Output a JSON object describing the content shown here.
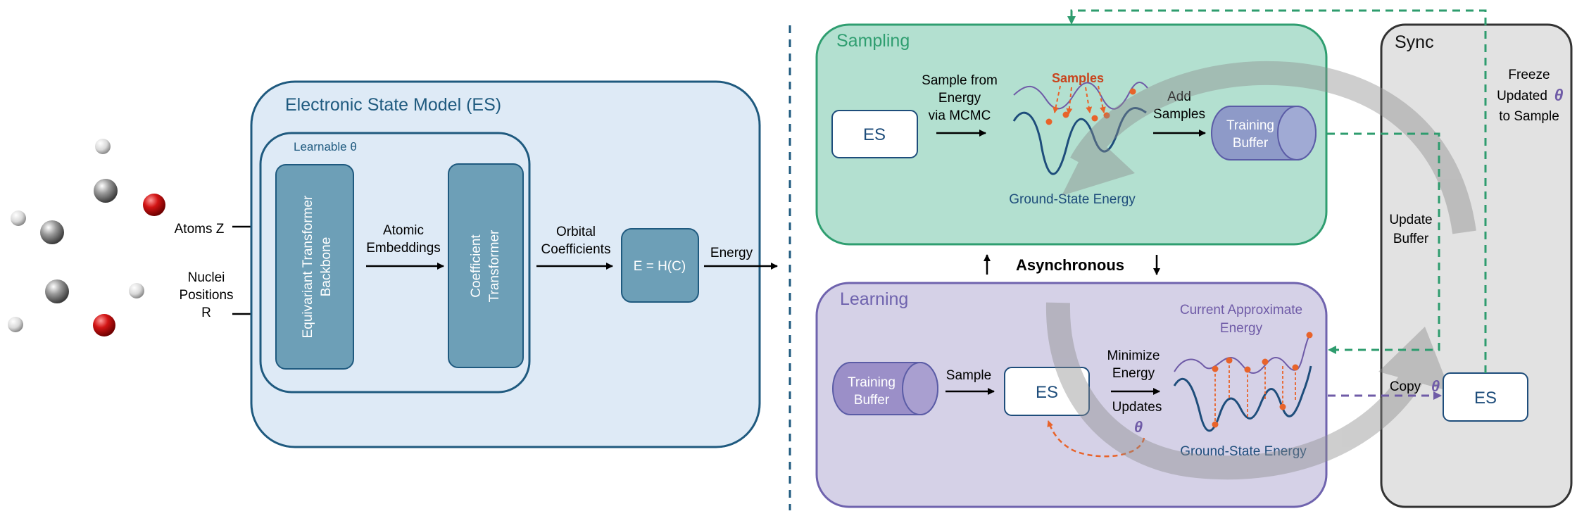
{
  "model": {
    "title": "Electronic State Model (ES)",
    "learnable": "Learnable θ",
    "backbone_line1": "Equivariant Transformer",
    "backbone_line2": "Backbone",
    "coeff_line1": "Coefficient",
    "coeff_line2": "Transformer",
    "hamiltonian": "E = H(C)"
  },
  "inputs": {
    "atoms": "Atoms Z",
    "nuclei_line1": "Nuclei",
    "nuclei_line2": "Positions",
    "nuclei_line3": "R"
  },
  "flow": {
    "atomic_line1": "Atomic",
    "atomic_line2": "Embeddings",
    "orbital_line1": "Orbital",
    "orbital_line2": "Coefficients",
    "energy": "Energy"
  },
  "sampling": {
    "title": "Sampling",
    "es": "ES",
    "mcmc_line1": "Sample from",
    "mcmc_line2": "Energy",
    "mcmc_line3": "via MCMC",
    "samples": "Samples",
    "ground_state": "Ground-State Energy",
    "add_line1": "Add",
    "add_line2": "Samples",
    "buffer_line1": "Training",
    "buffer_line2": "Buffer"
  },
  "asynchronous": "Asynchronous",
  "learning": {
    "title": "Learning",
    "buffer_line1": "Training",
    "buffer_line2": "Buffer",
    "sample": "Sample",
    "es": "ES",
    "minimize_line1": "Minimize",
    "minimize_line2": "Energy",
    "updates": "Updates",
    "theta": "θ",
    "current_line1": "Current Approximate",
    "current_line2": "Energy",
    "ground_state": "Ground-State Energy"
  },
  "sync": {
    "title": "Sync",
    "freeze_line1": "Freeze",
    "freeze_line2": "Updated",
    "freeze_theta": "θ",
    "freeze_line3": "to Sample",
    "update_line1": "Update",
    "update_line2": "Buffer",
    "copy": "Copy",
    "copy_theta": "θ",
    "es": "ES"
  },
  "colors": {
    "model_border": "#1f5a7f",
    "model_fill": "#deeaf6",
    "block_fill": "#6d9fb7",
    "sampling_border": "#2f9e70",
    "sampling_fill": "#b3e0d0",
    "learning_border": "#6f63ae",
    "learning_fill": "#d5d1e7",
    "sync_fill": "#e2e2e2",
    "orange": "#e8632a",
    "dark_blue": "#1e4d7b",
    "purple": "#6f5ba7",
    "green_dash": "#2e9c6e"
  }
}
